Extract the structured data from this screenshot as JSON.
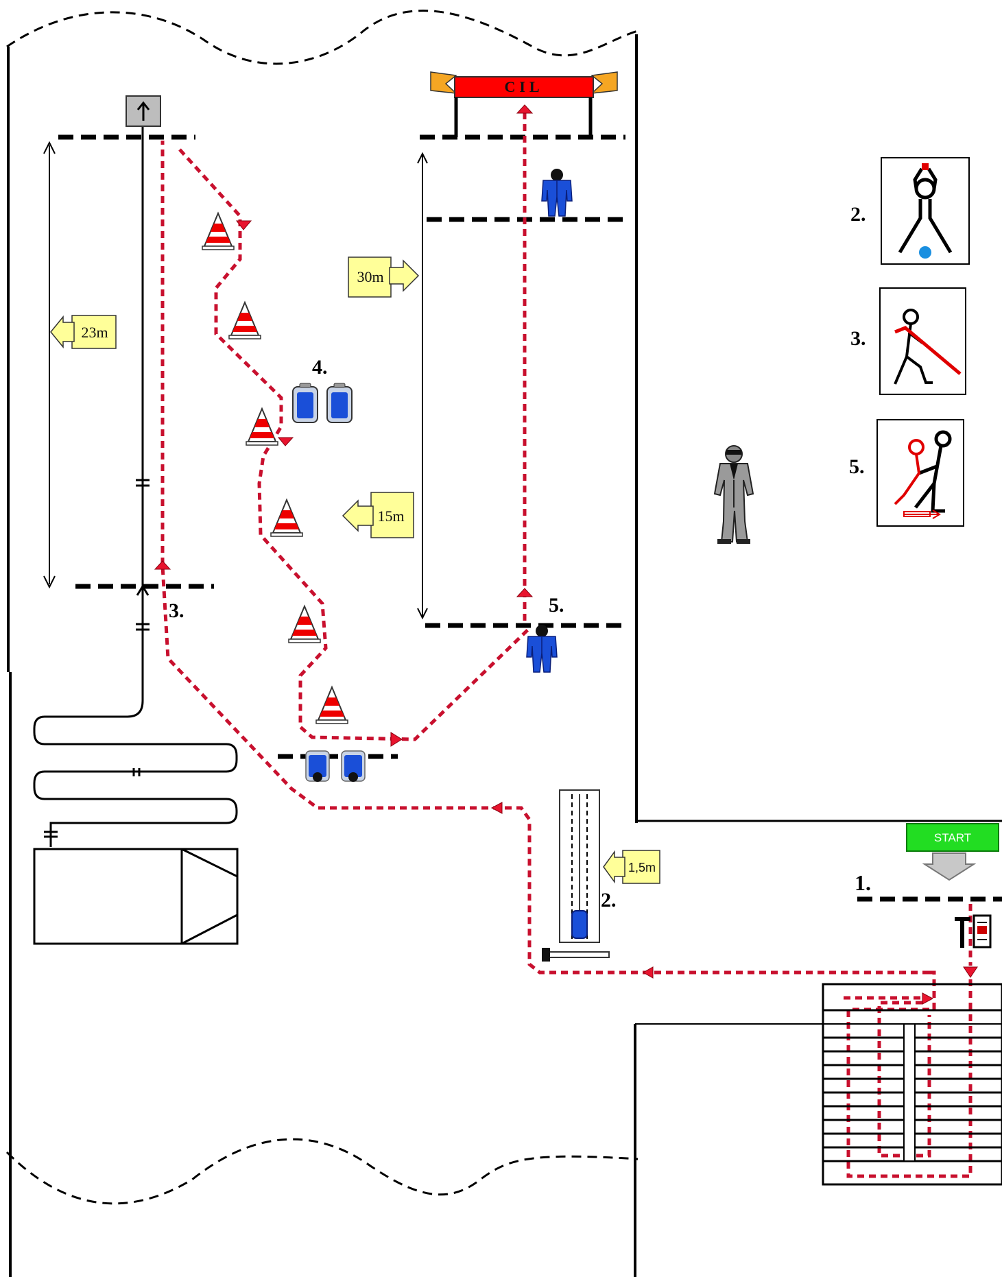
{
  "finish": {
    "label": "CIL"
  },
  "start": {
    "label": "START"
  },
  "stations": {
    "s1": "1.",
    "s2": "2.",
    "s3": "3.",
    "s4": "4.",
    "s5": "5."
  },
  "distances": {
    "d23": "23m",
    "d30": "30m",
    "d15": "15m",
    "d15b": "1,5m"
  },
  "legend": {
    "items": [
      {
        "label": "2."
      },
      {
        "label": "3."
      },
      {
        "label": "5."
      }
    ]
  },
  "colors": {
    "route": "#c8102e",
    "line": "#000000",
    "sign_fill": "#ffff99",
    "start_fill": "#22dd22",
    "banner": "#ff0000",
    "banner_side": "#f5a623",
    "figure_blue": "#1a4fd8",
    "tank_blue": "#1a4fd8",
    "cone_red": "#ee0000"
  }
}
